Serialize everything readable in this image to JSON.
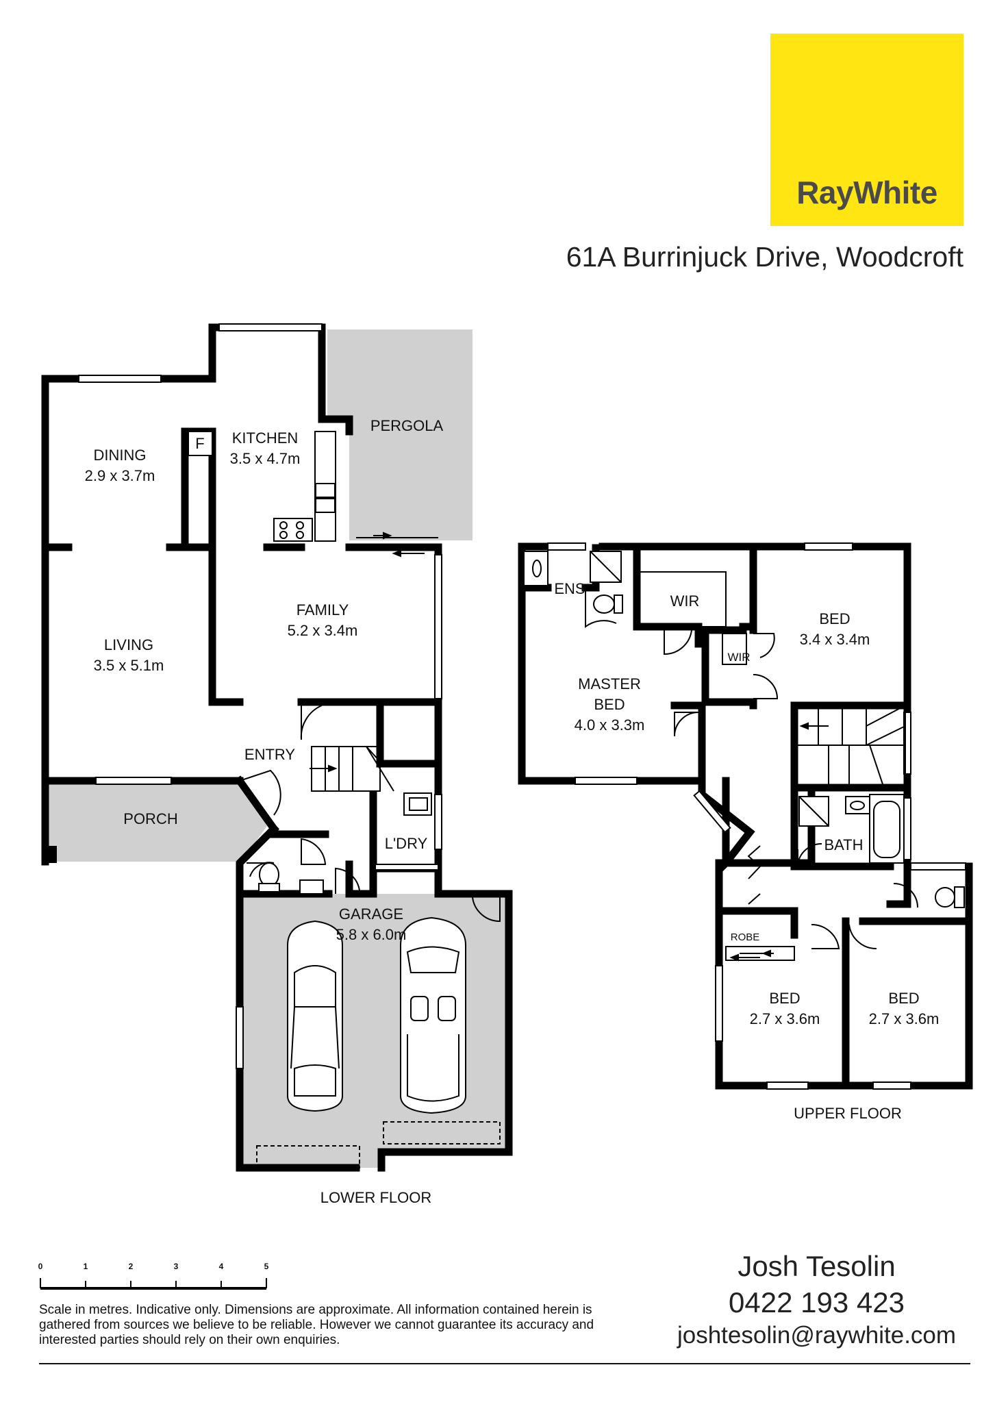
{
  "brand": {
    "name": "RayWhite",
    "color": "#ffe512",
    "text_color": "#4a4a4a"
  },
  "address": "61A Burrinjuck Drive, Woodcroft",
  "lower_floor": {
    "title": "LOWER FLOOR",
    "rooms": {
      "dining": {
        "name": "DINING",
        "size": "2.9 x 3.7m"
      },
      "kitchen": {
        "name": "KITCHEN",
        "size": "3.5 x 4.7m"
      },
      "fridge": "F",
      "pergola": {
        "name": "PERGOLA"
      },
      "living": {
        "name": "LIVING",
        "size": "3.5 x 5.1m"
      },
      "family": {
        "name": "FAMILY",
        "size": "5.2 x 3.4m"
      },
      "entry": {
        "name": "ENTRY"
      },
      "porch": {
        "name": "PORCH"
      },
      "laundry": {
        "name": "L'DRY"
      },
      "garage": {
        "name": "GARAGE",
        "size": "5.8 x 6.0m"
      }
    }
  },
  "upper_floor": {
    "title": "UPPER FLOOR",
    "rooms": {
      "ensuite": {
        "name": "ENS"
      },
      "wir_master": {
        "name": "WIR"
      },
      "wir_small": {
        "name": "WIR"
      },
      "bed1": {
        "name": "BED",
        "size": "3.4 x 3.4m"
      },
      "master": {
        "name_1": "MASTER",
        "name_2": "BED",
        "size": "4.0 x 3.3m"
      },
      "bath": {
        "name": "BATH"
      },
      "robe": {
        "name": "ROBE"
      },
      "bed2": {
        "name": "BED",
        "size": "2.7 x 3.6m"
      },
      "bed3": {
        "name": "BED",
        "size": "2.7 x 3.6m"
      }
    }
  },
  "scale": {
    "ticks": [
      "0",
      "1",
      "2",
      "3",
      "4",
      "5"
    ]
  },
  "disclaimer": "Scale in metres. Indicative only. Dimensions are approximate. All information contained herein is gathered from sources we believe to be reliable. However we cannot guarantee its accuracy and interested parties should rely on their own enquiries.",
  "agent": {
    "name": "Josh Tesolin",
    "phone": "0422 193 423",
    "email": "joshtesolin@raywhite.com"
  }
}
